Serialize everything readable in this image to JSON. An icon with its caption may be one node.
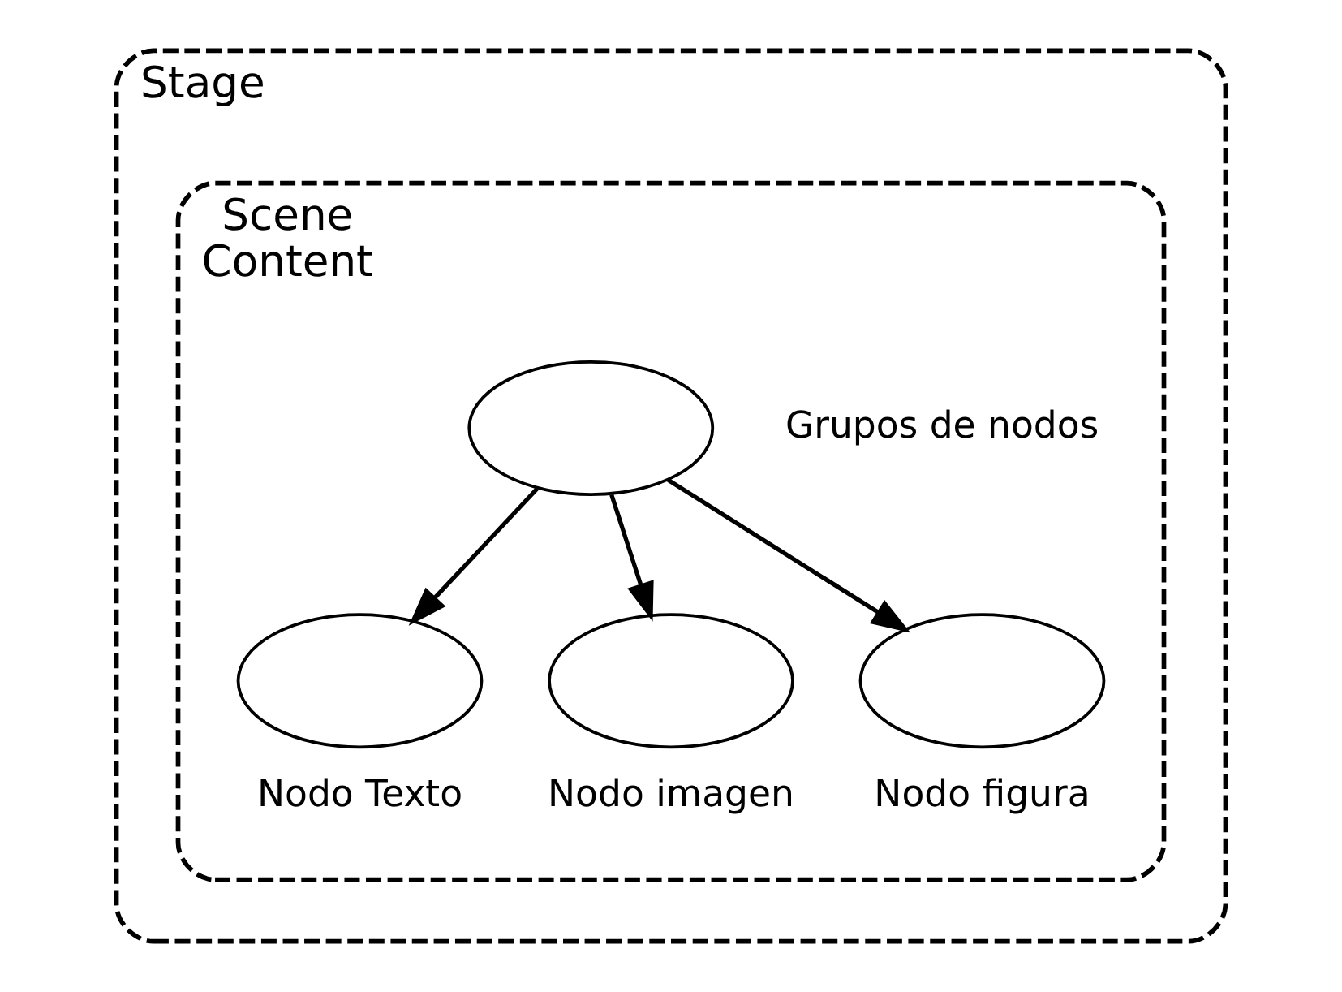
{
  "diagram": {
    "nodes": [
      {
        "text": [
          "Stage"
        ]
      },
      {
        "text": [
          "Scene",
          "Content"
        ],
        "in": 0
      },
      {
        "text": [],
        "shape": "ellipse",
        "in": 1,
        "beside": [
          "Grupos de nodos"
        ]
      },
      {
        "text": [],
        "shape": "ellipse",
        "in": 1,
        "beside": [
          "Nodo Texto"
        ]
      },
      {
        "text": [],
        "shape": "ellipse",
        "in": 1,
        "beside": [
          "Nodo imagen"
        ]
      },
      {
        "text": [],
        "shape": "ellipse",
        "in": 1,
        "beside": [
          "Nodo figura"
        ]
      }
    ],
    "edges": [
      {
        "from": 2,
        "to": 3,
        "arrow": "to"
      },
      {
        "from": 2,
        "to": 4,
        "arrow": "to"
      },
      {
        "from": 2,
        "to": 5,
        "arrow": "to"
      }
    ]
  }
}
